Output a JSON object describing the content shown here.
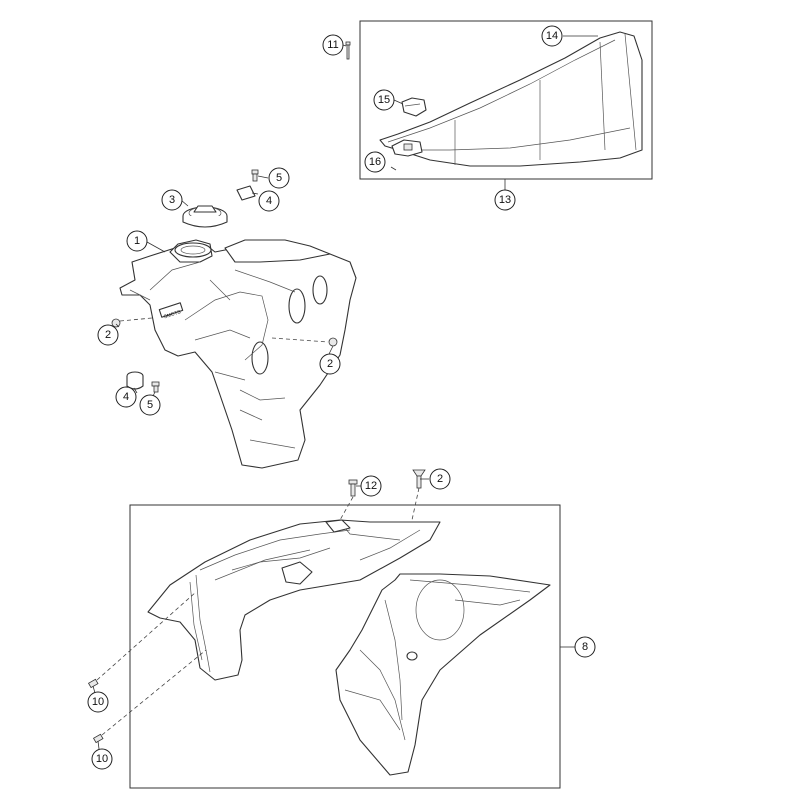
{
  "callouts": [
    {
      "id": "c1",
      "label": "1"
    },
    {
      "id": "c2a",
      "label": "2"
    },
    {
      "id": "c2b",
      "label": "2"
    },
    {
      "id": "c2c",
      "label": "2"
    },
    {
      "id": "c3",
      "label": "3"
    },
    {
      "id": "c4a",
      "label": "4"
    },
    {
      "id": "c4b",
      "label": "4"
    },
    {
      "id": "c5a",
      "label": "5"
    },
    {
      "id": "c5b",
      "label": "5"
    },
    {
      "id": "c8",
      "label": "8"
    },
    {
      "id": "c10a",
      "label": "10"
    },
    {
      "id": "c10b",
      "label": "10"
    },
    {
      "id": "c11",
      "label": "11"
    },
    {
      "id": "c12",
      "label": "12"
    },
    {
      "id": "c13",
      "label": "13"
    },
    {
      "id": "c14",
      "label": "14"
    },
    {
      "id": "c15",
      "label": "15"
    },
    {
      "id": "c16",
      "label": "16"
    }
  ],
  "tank_logo": "SMCTS"
}
